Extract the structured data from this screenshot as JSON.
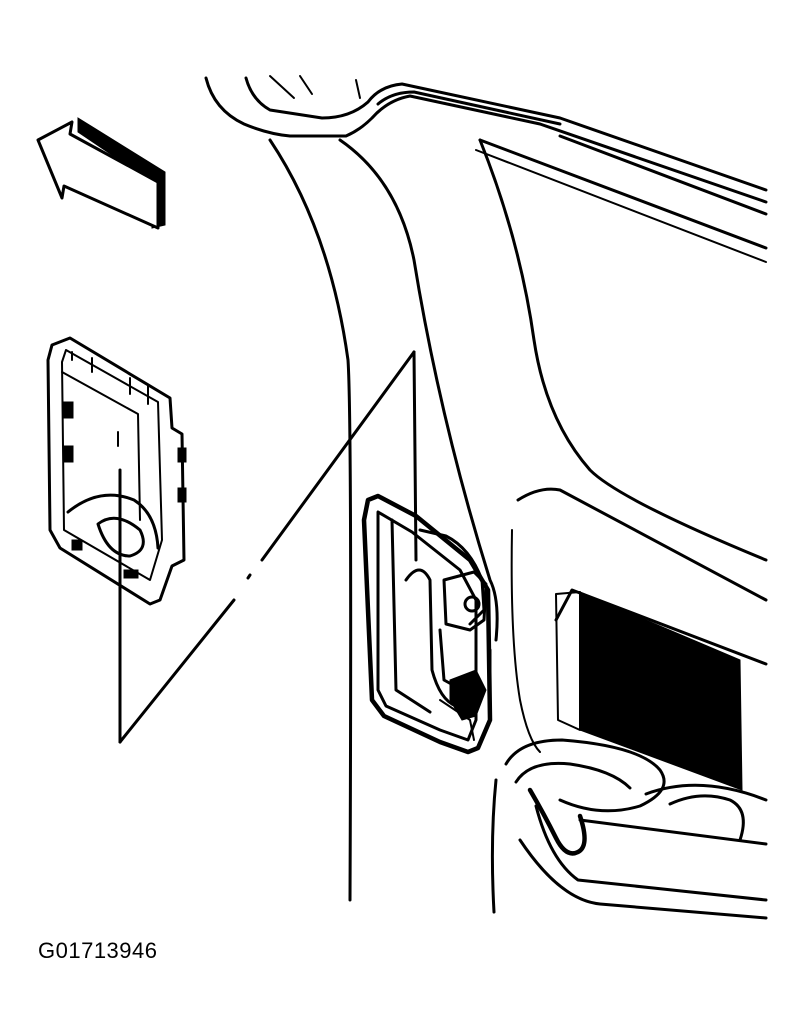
{
  "figure": {
    "id_code": "G01713946"
  },
  "icons": {
    "direction_arrow": "front-arrow-icon",
    "cover_panel": "access-cover-panel",
    "vehicle_interior": "rear-quarter-trim-panel"
  },
  "colors": {
    "line": "#000000",
    "background": "#ffffff"
  }
}
